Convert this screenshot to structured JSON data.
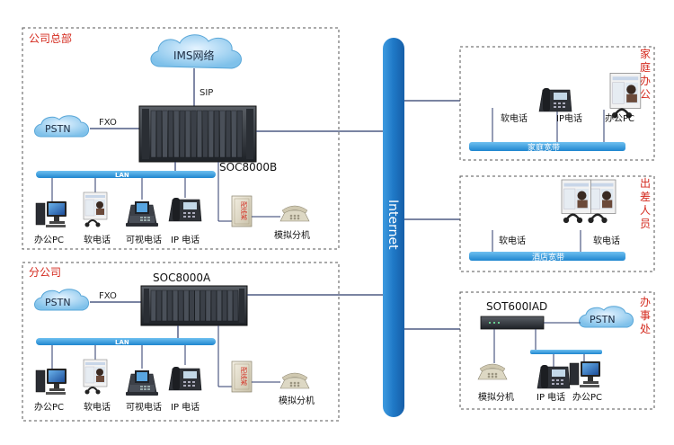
{
  "hq": {
    "title": "公司总部",
    "cloud": "IMS网络",
    "sip": "SIP",
    "pstn": "PSTN",
    "fxo": "FXO",
    "device": "SOC8000B",
    "lan": "LAN",
    "endpoints": [
      "办公PC",
      "软电话",
      "可视电话",
      "IP 电话"
    ],
    "patch_panel": "配线架",
    "analog": "模拟分机"
  },
  "branch": {
    "title": "分公司",
    "device": "SOC8000A",
    "pstn": "PSTN",
    "fxo": "FXO",
    "lan": "LAN",
    "endpoints": [
      "办公PC",
      "软电话",
      "可视电话",
      "IP 电话"
    ],
    "patch_panel": "配线架",
    "analog": "模拟分机"
  },
  "internet": "Internet",
  "home": {
    "title": "家庭办公",
    "endpoints": [
      "软电话",
      "IP电话",
      "办公PC"
    ],
    "bar": "家庭宽带"
  },
  "travel": {
    "title": "出差人员",
    "endpoints": [
      "软电话",
      "软电话"
    ],
    "bar": "酒店宽带"
  },
  "office": {
    "title": "办事处",
    "device": "SOT600IAD",
    "pstn": "PSTN",
    "endpoints": [
      "模拟分机",
      "IP 电话",
      "办公PC"
    ]
  },
  "colors": {
    "accent_red": "#d42a1e",
    "lan_blue": "#2a8fd0",
    "internet_blue": "#1e7cc8",
    "line_navy": "#2b3a6b"
  }
}
